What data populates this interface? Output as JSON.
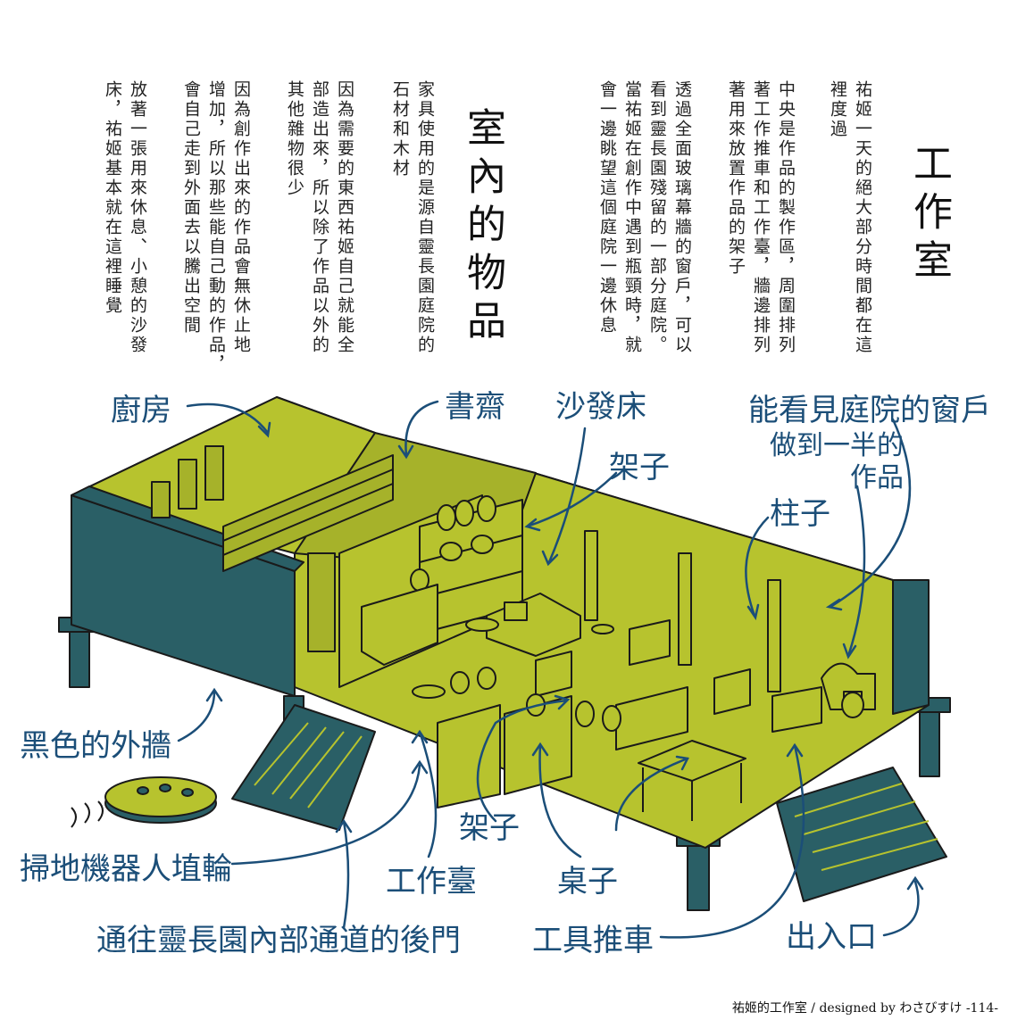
{
  "sections": {
    "workshop": {
      "title": "工作室",
      "columns": [
        "祐姬一天的絕大部分時間都在這",
        "裡度過",
        "中央是作品的製作區，周圍排列",
        "著工作推車和工作臺，牆邊排列",
        "著用來放置作品的架子",
        "透過全面玻璃幕牆的窗戶，可以",
        "看到靈長園殘留的一部分庭院。",
        "當祐姬在創作中遇到瓶頸時，就",
        "會一邊眺望這個庭院一邊休息"
      ]
    },
    "interior": {
      "title": "室內的物品",
      "columns": [
        "家具使用的是源自靈長園庭院的",
        "石材和木材",
        "因為需要的東西祐姬自己就能全",
        "部造出來，所以除了作品以外的",
        "其他雜物很少",
        "因為創作出來的作品會無休止地",
        "增加，所以那些能自己動的作品，",
        "會自己走到外面去以騰出空間",
        "放著一張用來休息、小憩的沙發",
        "床，祐姬基本就在這裡睡覺"
      ]
    }
  },
  "labels": {
    "kitchen": "廚房",
    "study": "書齋",
    "sofa_bed": "沙發床",
    "shelf_top": "架子",
    "garden_window": "能看見庭院的窗戶",
    "half_done": "做到一半的\n作品",
    "pillar": "柱子",
    "black_wall": "黑色的外牆",
    "robot_vacuum": "掃地機器人埴輪",
    "shelf_bottom": "架子",
    "workbench": "工作臺",
    "table": "桌子",
    "back_door": "通往靈長園內部通道的後門",
    "tool_cart": "工具推車",
    "entrance": "出入口"
  },
  "footer": "祐姬的工作室 / designed by わさびすけ -114-",
  "colors": {
    "floor": "#b7c32e",
    "wall_outer": "#2a5f66",
    "ink": "#1b4e78",
    "line": "#1a1a1a"
  }
}
